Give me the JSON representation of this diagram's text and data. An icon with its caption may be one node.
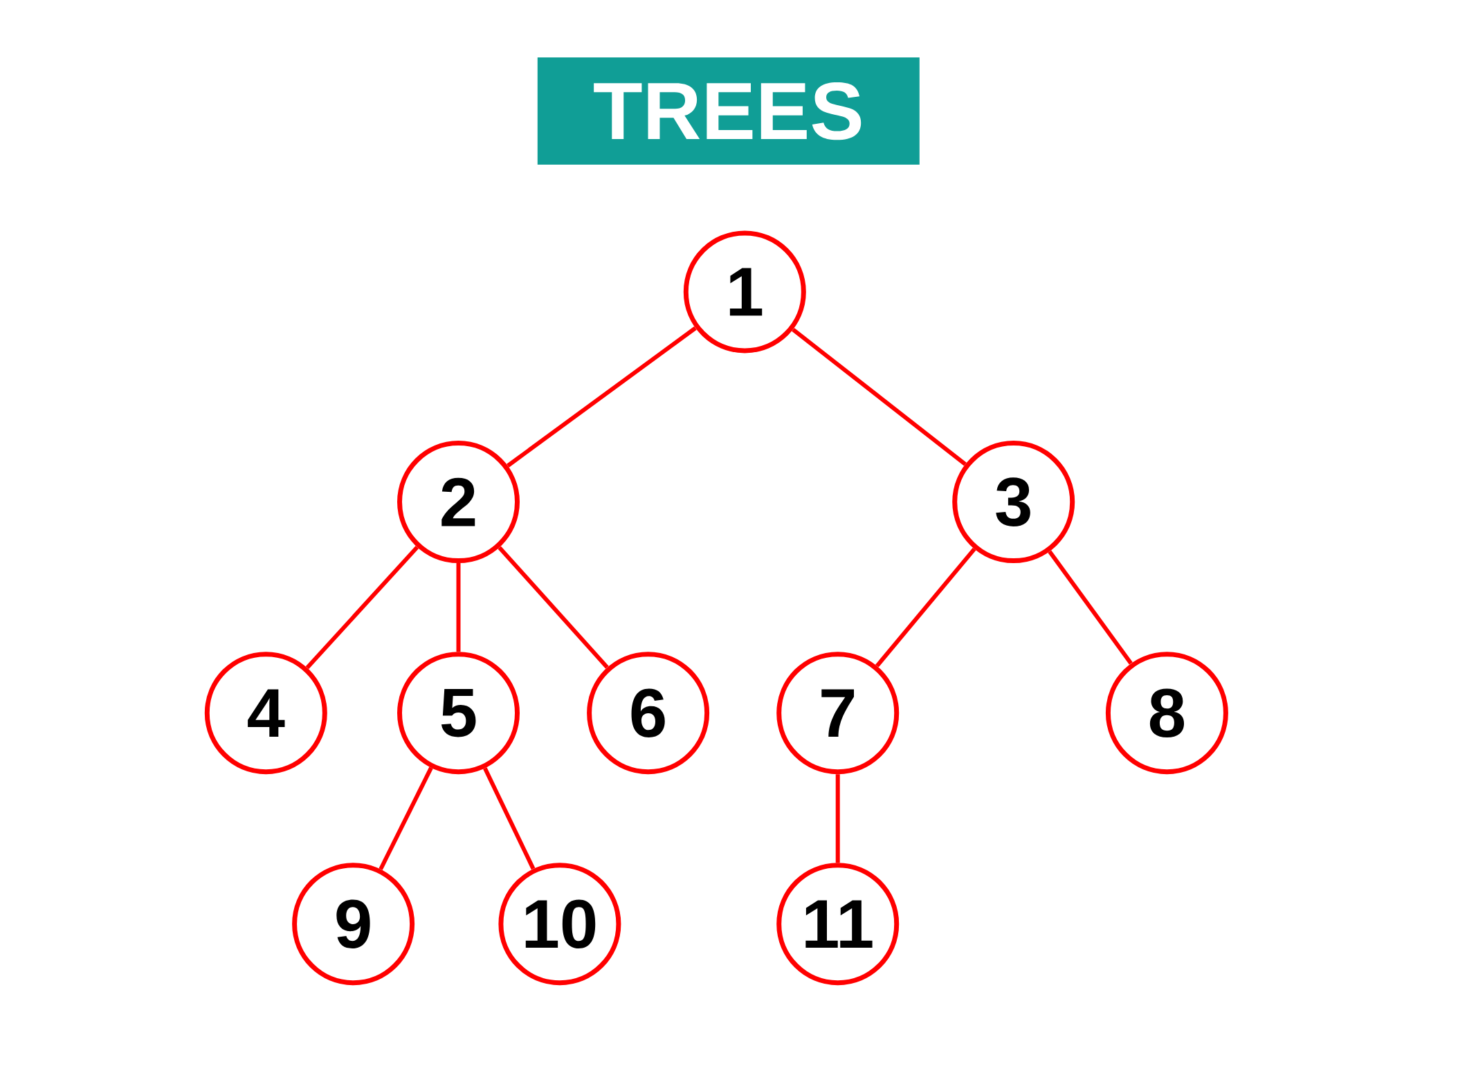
{
  "diagram": {
    "title": "TREES",
    "nodes": [
      {
        "text": [
          "1"
        ]
      },
      {
        "text": [
          "2"
        ]
      },
      {
        "text": [
          "3"
        ]
      },
      {
        "text": [
          "4"
        ]
      },
      {
        "text": [
          "5"
        ]
      },
      {
        "text": [
          "6"
        ]
      },
      {
        "text": [
          "7"
        ]
      },
      {
        "text": [
          "8"
        ]
      },
      {
        "text": [
          "9"
        ]
      },
      {
        "text": [
          "10"
        ]
      },
      {
        "text": [
          "11"
        ]
      }
    ],
    "edges": [
      {
        "from": 0,
        "to": 1,
        "arrow": "none"
      },
      {
        "from": 0,
        "to": 2,
        "arrow": "none"
      },
      {
        "from": 1,
        "to": 3,
        "arrow": "none"
      },
      {
        "from": 1,
        "to": 4,
        "arrow": "none"
      },
      {
        "from": 1,
        "to": 5,
        "arrow": "none"
      },
      {
        "from": 2,
        "to": 6,
        "arrow": "none"
      },
      {
        "from": 2,
        "to": 7,
        "arrow": "none"
      },
      {
        "from": 4,
        "to": 8,
        "arrow": "none"
      },
      {
        "from": 4,
        "to": 9,
        "arrow": "none"
      },
      {
        "from": 6,
        "to": 10,
        "arrow": "none"
      }
    ]
  }
}
